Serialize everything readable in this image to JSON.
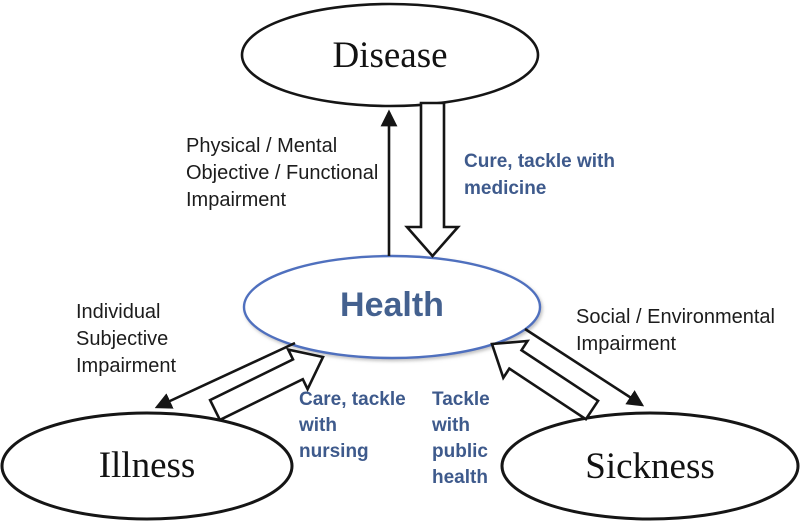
{
  "diagram": {
    "nodes": {
      "disease": {
        "label": "Disease"
      },
      "health": {
        "label": "Health"
      },
      "illness": {
        "label": "Illness"
      },
      "sickness": {
        "label": "Sickness"
      }
    },
    "labels": {
      "physical": "Physical / Mental\nObjective / Functional\nImpairment",
      "cure": "Cure, tackle with\nmedicine",
      "individual": "Individual\nSubjective\nImpairment",
      "social": "Social / Environmental\nImpairment",
      "care": "Care, tackle\nwith\nnursing",
      "tackle": "Tackle\nwith\npublic\nhealth"
    },
    "colors": {
      "black-ink": "#151515",
      "blue-text": "#3e5a8c",
      "health-text": "#44618f",
      "health-stroke": "#4f6fbe",
      "bg": "#ffffff"
    }
  }
}
